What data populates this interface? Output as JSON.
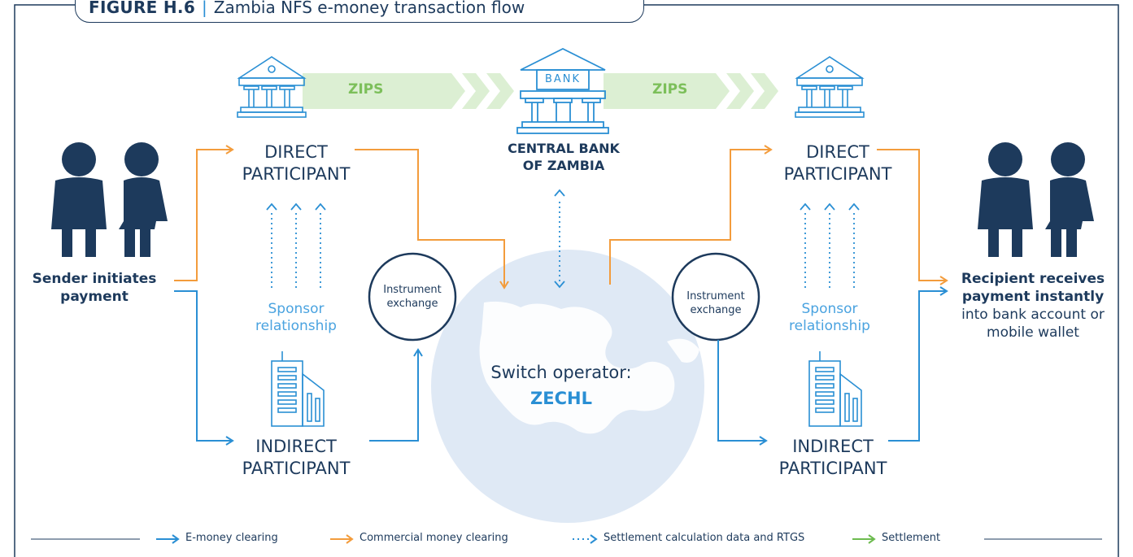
{
  "figure": {
    "number": "FIGURE H.6",
    "title": "Zambia NFS e-money transaction flow"
  },
  "central_bank": {
    "sign": "BANK",
    "label_line1": "CENTRAL BANK",
    "label_line2": "OF ZAMBIA"
  },
  "zips_left": "ZIPS",
  "zips_right": "ZIPS",
  "sender": {
    "line1": "Sender initiates",
    "line2": "payment"
  },
  "recipient": {
    "line1": "Recipient receives",
    "line2": "payment instantly",
    "line3": "into bank account or",
    "line4": "mobile wallet"
  },
  "left_direct": {
    "line1": "DIRECT",
    "line2": "PARTICIPANT"
  },
  "right_direct": {
    "line1": "DIRECT",
    "line2": "PARTICIPANT"
  },
  "left_indirect": {
    "line1": "INDIRECT",
    "line2": "PARTICIPANT"
  },
  "right_indirect": {
    "line1": "INDIRECT",
    "line2": "PARTICIPANT"
  },
  "left_sponsor": {
    "line1": "Sponsor",
    "line2": "relationship"
  },
  "right_sponsor": {
    "line1": "Sponsor",
    "line2": "relationship"
  },
  "left_exchange": {
    "line1": "Instrument",
    "line2": "exchange"
  },
  "right_exchange": {
    "line1": "Instrument",
    "line2": "exchange"
  },
  "switch": {
    "label": "Switch operator:",
    "name": "ZECHL"
  },
  "legend": {
    "emoney": "E-money clearing",
    "commercial": "Commercial money clearing",
    "settlement_data": "Settlement calculation data and RTGS",
    "settlement": "Settlement"
  },
  "colors": {
    "navy": "#1d3a5c",
    "blue": "#2a8fd4",
    "orange": "#f39c3c",
    "green": "#6dbb4f",
    "light_green": "#dcefd3",
    "globe": "#dfe9f5"
  }
}
